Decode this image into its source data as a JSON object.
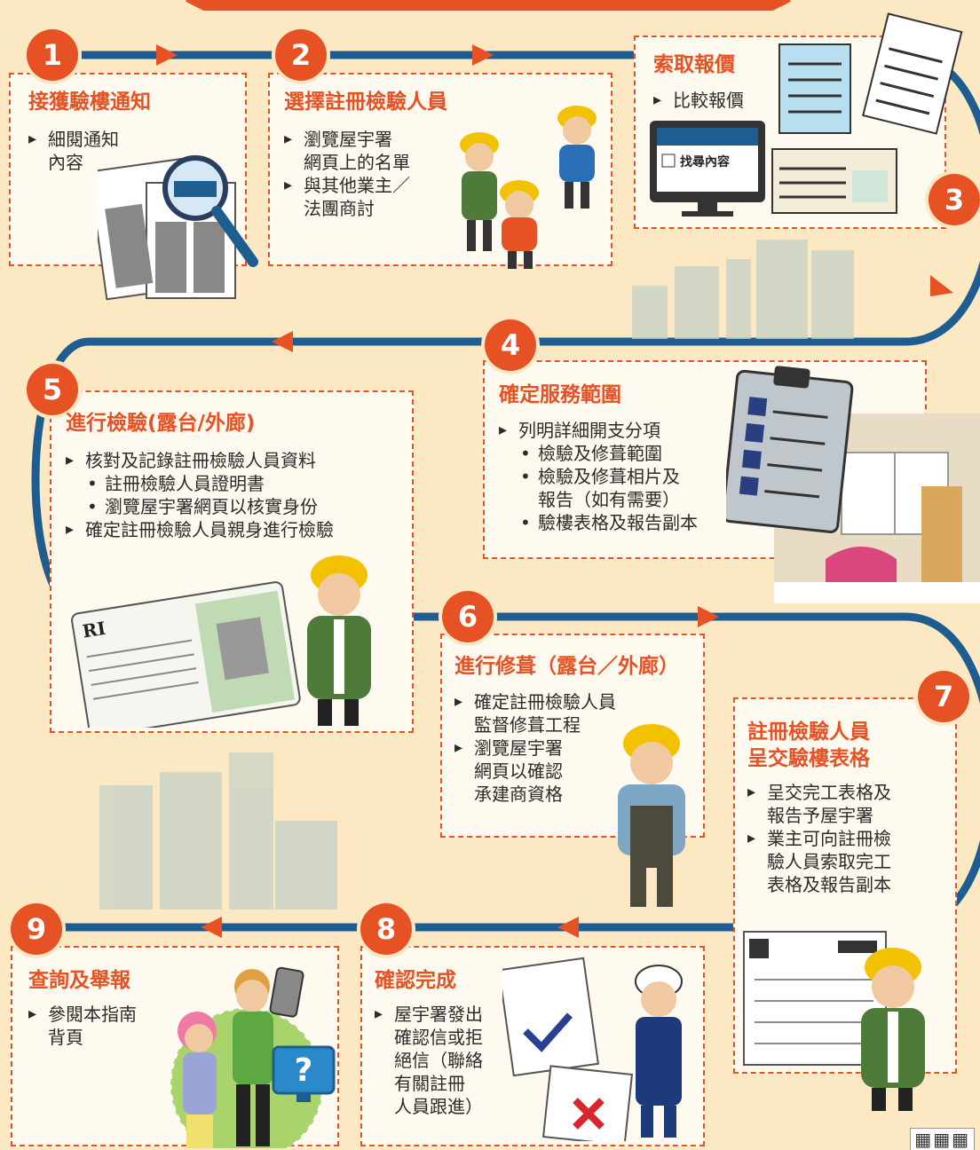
{
  "colors": {
    "accent": "#e65224",
    "path": "#1d5d8f",
    "background": "#fde8c4"
  },
  "steps": [
    {
      "number": "1",
      "title": "接獲驗樓通知",
      "items": [
        "細閱通知\n內容"
      ]
    },
    {
      "number": "2",
      "title": "選擇註冊檢驗人員",
      "items": [
        "瀏覽屋宇署\n網頁上的名單",
        "與其他業主／\n法團商討"
      ]
    },
    {
      "number": "3",
      "title": "索取報價",
      "items": [
        "比較報價"
      ]
    },
    {
      "number": "4",
      "title": "確定服務範圍",
      "items": [
        "列明詳細開支分項"
      ],
      "subitems": [
        "檢驗及修葺範圍",
        "檢驗及修葺相片及\n報告（如有需要）",
        "驗樓表格及報告副本"
      ]
    },
    {
      "number": "5",
      "title": "進行檢驗(露台/外廊)",
      "items": [
        "核對及記錄註冊檢驗人員資料",
        "確定註冊檢驗人員親身進行檢驗"
      ],
      "subitems": [
        "註冊檢驗人員證明書",
        "瀏覽屋宇署網頁以核實身份"
      ]
    },
    {
      "number": "6",
      "title": "進行修葺（露台／外廊）",
      "items": [
        "確定註冊檢驗人員\n監督修葺工程",
        "瀏覽屋宇署\n網頁以確認\n承建商資格"
      ]
    },
    {
      "number": "7",
      "title": "註冊檢驗人員\n呈交驗樓表格",
      "items": [
        "呈交完工表格及\n報告予屋宇署",
        "業主可向註冊檢\n驗人員索取完工\n表格及報告副本"
      ]
    },
    {
      "number": "8",
      "title": "確認完成",
      "items": [
        "屋宇署發出\n確認信或拒\n絕信（聯絡\n有關註冊\n人員跟進）"
      ]
    },
    {
      "number": "9",
      "title": "查詢及舉報",
      "items": [
        "參閱本指南\n背頁"
      ]
    }
  ],
  "illustrations": {
    "search_button": "找尋內容",
    "id_card_badge": "RI",
    "help_icon": "?"
  },
  "icons": [
    "magnifier-icon",
    "hardhat-worker-icon",
    "monitor-icon",
    "clipboard-checklist-icon",
    "id-card-icon",
    "smartphone-icon",
    "question-icon",
    "tick-icon",
    "cross-icon"
  ]
}
